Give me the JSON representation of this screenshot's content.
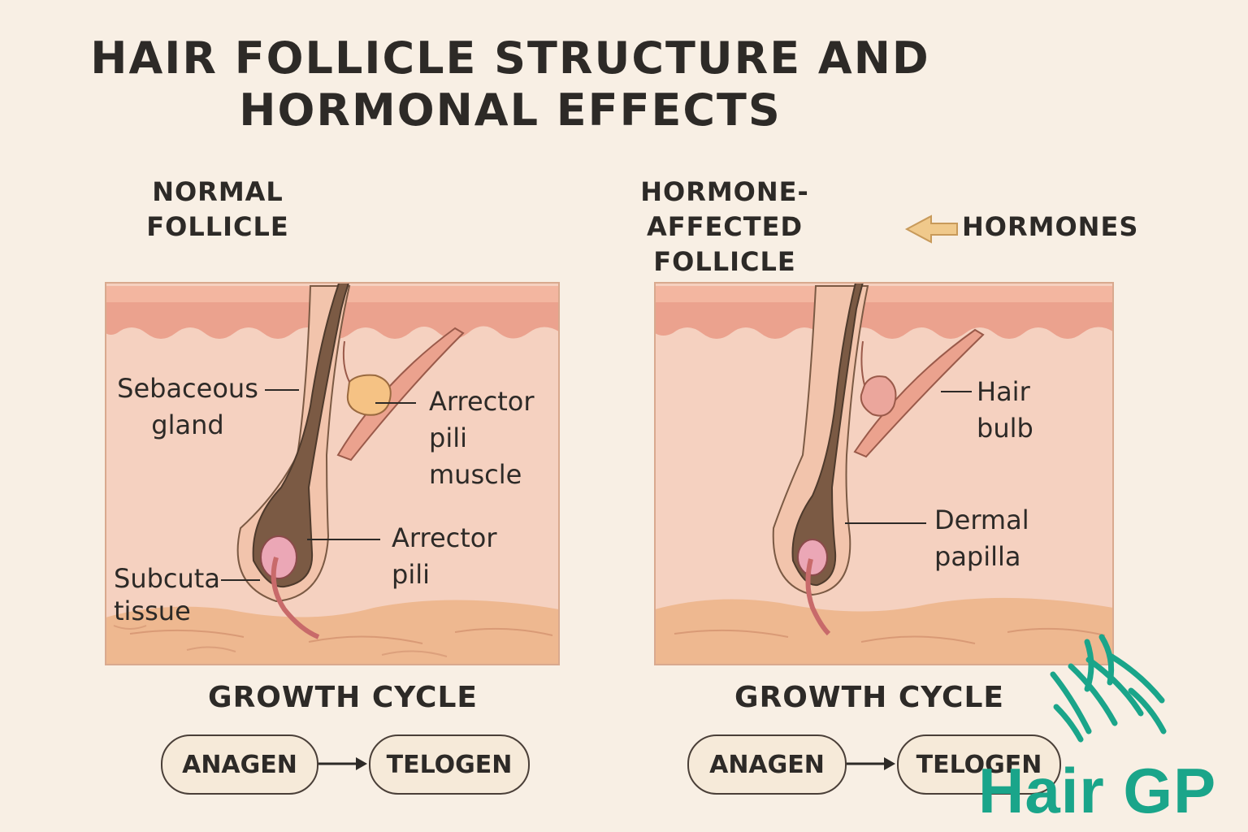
{
  "title": {
    "line1": "HAIR FOLLICLE STRUCTURE AND",
    "line2": "HORMONAL EFFECTS"
  },
  "normal": {
    "heading": "NORMAL\nFOLLICLE",
    "labels": {
      "sebaceous": "Sebaceous\ngland",
      "arrector_muscle": "Arrector\npili\nmuscle",
      "arrector_pili": "Arrector\npili",
      "subcuta": "Subcuta\ntissue"
    },
    "growth_title": "GROWTH CYCLE",
    "stages": [
      "ANAGEN",
      "TELOGEN"
    ]
  },
  "affected": {
    "heading": "HORMONE-\nAFFECTED FOLLICLE",
    "hormones_label": "HORMONES",
    "labels": {
      "hair_bulb": "Hair\nbulb",
      "dermal_papilla": "Dermal\npapilla"
    },
    "growth_title": "GROWTH CYCLE",
    "stages": [
      "ANAGEN",
      "TELOGEN"
    ]
  },
  "logo": {
    "text": "Hair GP",
    "color": "#1aa58a"
  },
  "colors": {
    "background": "#f8efe4",
    "epidermis": "#eba28e",
    "dermis": "#f5d1c0",
    "subcutis": "#eeb890",
    "hair": "#7b5a44",
    "sebaceous_normal": "#f5c284",
    "sebaceous_affected": "#eba69c",
    "arrow": "#f0c98b"
  }
}
